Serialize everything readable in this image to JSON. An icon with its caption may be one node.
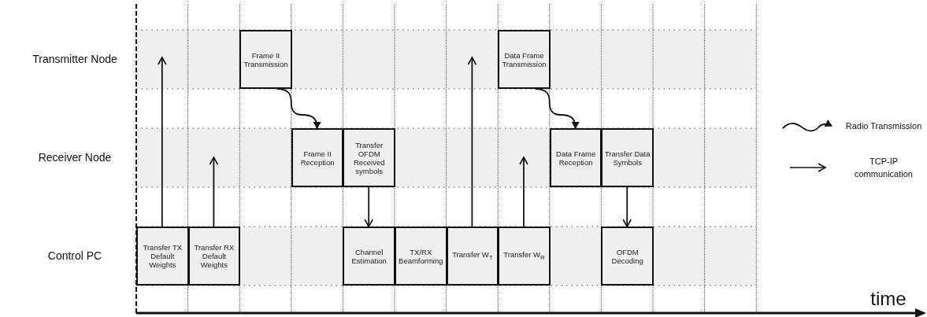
{
  "diagram": {
    "nodes": [
      {
        "text": [
          "Frame II Transmission"
        ]
      },
      {
        "text": [
          "Data Frame Transmission"
        ]
      },
      {
        "text": [
          "Frame II Reception"
        ]
      },
      {
        "text": [
          "Transfer OFDM Received symbols"
        ]
      },
      {
        "text": [
          "Data Frame Reception"
        ]
      },
      {
        "text": [
          "Transfer Data Symbols"
        ]
      },
      {
        "text": [
          "Transfer TX Default Weights"
        ]
      },
      {
        "text": [
          "Transfer RX Default Weights"
        ]
      },
      {
        "text": [
          "Channel Estimation"
        ]
      },
      {
        "text": [
          "TX/RX Beamforming"
        ]
      },
      {
        "text": [
          "Transfer W$_{T}$"
        ]
      },
      {
        "text": [
          "Transfer W$_{R}$"
        ]
      },
      {
        "text": [
          "OFDM Decoding"
        ]
      }
    ],
    "edges": [
      {
        "from": 6,
        "to": null,
        "arrow": "to"
      },
      {
        "from": 7,
        "to": null,
        "arrow": "to"
      },
      {
        "from": 0,
        "to": 2,
        "arrow": "to"
      },
      {
        "from": 3,
        "to": 8,
        "arrow": "to"
      },
      {
        "from": 10,
        "to": null,
        "arrow": "to"
      },
      {
        "from": 11,
        "to": null,
        "arrow": "to"
      },
      {
        "from": 1,
        "to": 4,
        "arrow": "to"
      },
      {
        "from": 5,
        "to": 12,
        "arrow": "to"
      }
    ],
    "labels": [
      "Transmitter Node",
      "Receiver Node",
      "Control PC",
      "time"
    ],
    "legend": [
      {
        "text": "Radio Transmission"
      },
      {
        "text": "TCP-IP communication"
      }
    ]
  }
}
